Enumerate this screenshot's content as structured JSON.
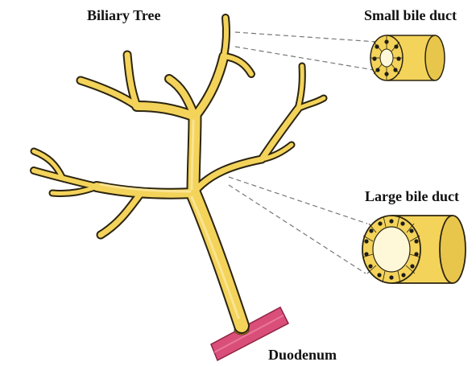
{
  "labels": {
    "biliary_tree": "Biliary Tree",
    "small_bile_duct": "Small bile duct",
    "large_bile_duct": "Large bile duct",
    "duodenum": "Duodenum"
  },
  "colors": {
    "duct_fill": "#f3d35a",
    "duct_outline": "#2b2410",
    "duct_highlight": "#fbe9a0",
    "duodenum": "#d94f7a",
    "duodenum_dark": "#8e2244",
    "cross_section_center": "#fff8d8",
    "cell_nucleus": "#1c1c1c",
    "dashed_line": "#777777",
    "background": "#ffffff"
  },
  "icons": {
    "small_duct_cross_section": "tube-cross-section-icon",
    "large_duct_cross_section": "tube-cross-section-icon"
  }
}
